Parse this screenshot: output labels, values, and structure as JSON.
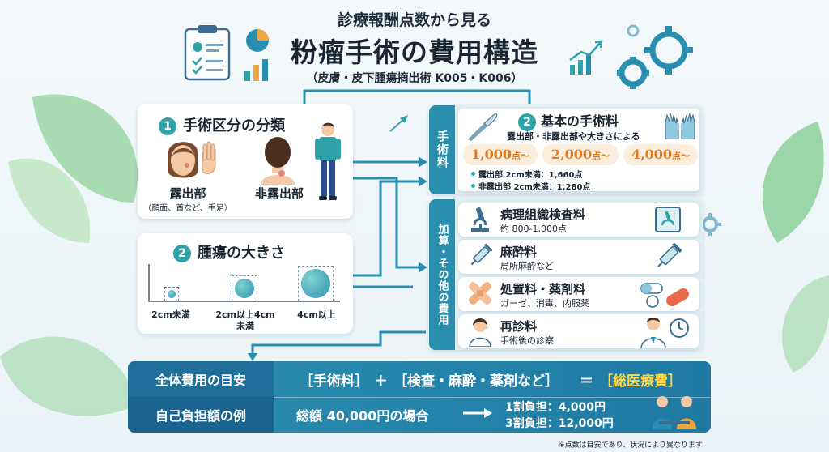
{
  "header": {
    "subtitle": "診療報酬点数から見る",
    "title": "粉瘤手術の費用構造",
    "note": "（皮膚・皮下腫瘍摘出術 K005・K006）"
  },
  "section1": {
    "num": "1",
    "title": "手術区分の分類",
    "exposed_label": "露出部",
    "exposed_sub": "（顔面、首など、手足）",
    "nonexposed_label": "非露出部"
  },
  "section2": {
    "num": "2",
    "title": "腫瘍の大きさ",
    "sizes": [
      {
        "label": "2cm未満"
      },
      {
        "label": "2cm以上4cm",
        "label2": "未満"
      },
      {
        "label": "4cm以上"
      }
    ]
  },
  "surgery": {
    "tab": "手術料",
    "num": "2",
    "title": "基本の手術料",
    "subtitle": "露出部・非露出部や大きさによる",
    "pills": [
      {
        "value": "1,000",
        "unit": "点〜"
      },
      {
        "value": "2,000",
        "unit": "点〜"
      },
      {
        "value": "4,000",
        "unit": "点〜"
      }
    ],
    "notes": [
      "露出部 2cm未満：1,660点",
      "非露出部 2cm未満：1,280点"
    ]
  },
  "extras": {
    "tab": "加算・その他の費用",
    "items": [
      {
        "title": "病理組織検査料",
        "sub": "約 800-1,000点"
      },
      {
        "title": "麻酔料",
        "sub": "局所麻酔など"
      },
      {
        "title": "処置料・薬剤料",
        "sub": "ガーゼ、消毒、内服薬"
      },
      {
        "title": "再診料",
        "sub": "手術後の診察"
      }
    ]
  },
  "bottom": {
    "row1_label": "全体費用の目安",
    "row1_a": "［手術料］",
    "row1_plus": "＋",
    "row1_b": "［検査・麻酔・薬剤など］",
    "row1_eq": "＝",
    "row1_c": "［総医療費］",
    "row2_label": "自己負担額の例",
    "row2_total": "総額 40,000円の場合",
    "row2_r1": "1割負担：4,000円",
    "row2_r3": "3割負担：12,000円"
  },
  "footnote": "※点数は目安であり、状況により異なります",
  "colors": {
    "teal": "#2fa3a8",
    "blue": "#2a8fae",
    "orange": "#e07a1f",
    "yellow": "#ffd84a"
  }
}
